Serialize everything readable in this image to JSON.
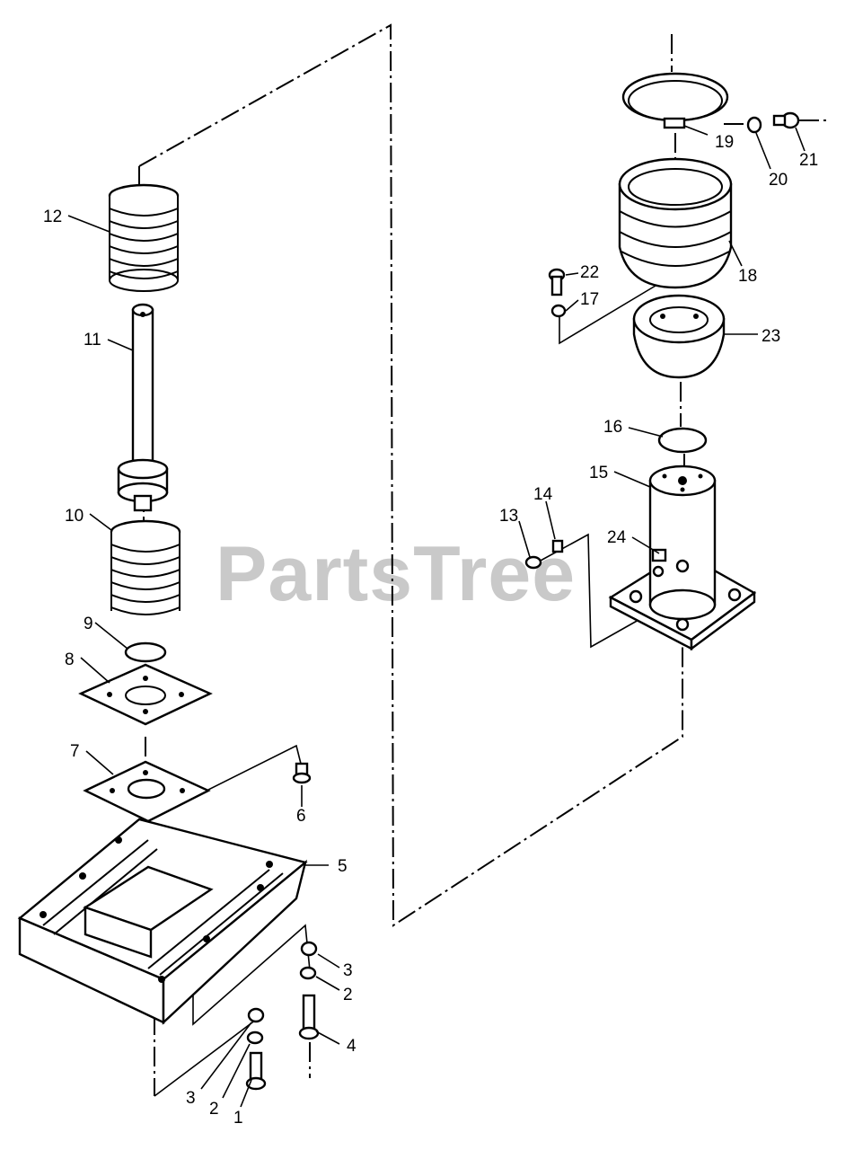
{
  "watermark": "PartsTree",
  "callouts": {
    "c1": "1",
    "c2a": "2",
    "c2b": "2",
    "c3a": "3",
    "c3b": "3",
    "c4": "4",
    "c5": "5",
    "c6": "6",
    "c7": "7",
    "c8": "8",
    "c9": "9",
    "c10": "10",
    "c11": "11",
    "c12": "12",
    "c13": "13",
    "c14": "14",
    "c15": "15",
    "c16": "16",
    "c17": "17",
    "c18": "18",
    "c19": "19",
    "c20": "20",
    "c21": "21",
    "c22": "22",
    "c23": "23",
    "c24": "24"
  }
}
